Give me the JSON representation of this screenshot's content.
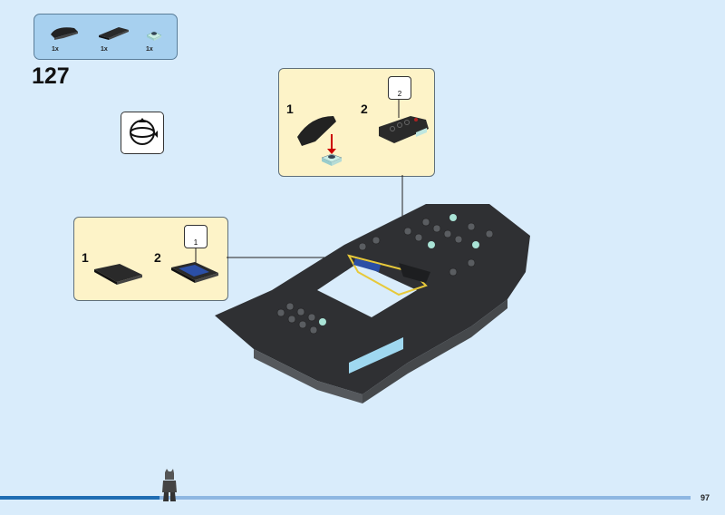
{
  "parts_list": {
    "items": [
      {
        "name": "curved-slope-black",
        "qty": "1x"
      },
      {
        "name": "tile-black",
        "qty": "1x"
      },
      {
        "name": "plate-round-stud-transparent",
        "qty": "1x"
      }
    ]
  },
  "step_number": "127",
  "rotate_icon": "rotate-model-icon",
  "callout_top": {
    "substeps": [
      {
        "label": "1"
      },
      {
        "label": "2",
        "sticker": "2"
      }
    ]
  },
  "callout_left": {
    "substeps": [
      {
        "label": "1"
      },
      {
        "label": "2",
        "sticker": "1"
      }
    ]
  },
  "page_number": "97",
  "colors": {
    "background": "#d9ecfb",
    "callout": "#fdf3c8",
    "parts_box": "#a7d0ef",
    "progress": "#1f6db3"
  }
}
